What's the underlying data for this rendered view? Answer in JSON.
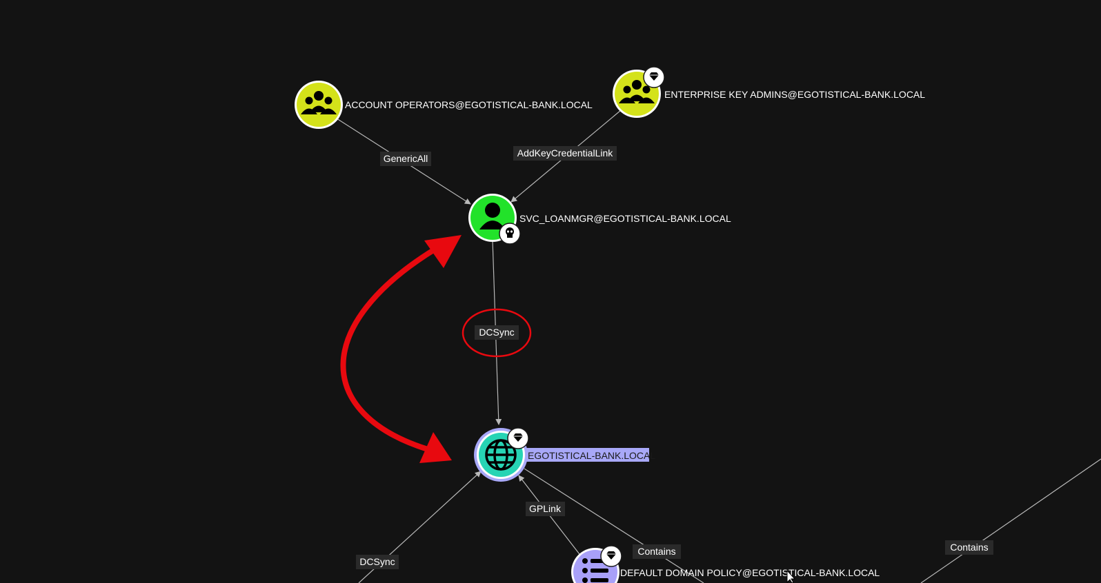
{
  "graph": {
    "nodes": {
      "account_operators": {
        "label": "ACCOUNT OPERATORS@EGOTISTICAL-BANK.LOCAL",
        "kind": "group",
        "icon": "users-icon",
        "color": "#d4e21a"
      },
      "enterprise_key_admins": {
        "label": "ENTERPRISE KEY ADMINS@EGOTISTICAL-BANK.LOCAL",
        "kind": "group",
        "icon": "users-icon",
        "color": "#d4e21a",
        "badge": "gem-icon"
      },
      "svc_loanmgr": {
        "label": "SVC_LOANMGR@EGOTISTICAL-BANK.LOCAL",
        "kind": "user",
        "icon": "user-icon",
        "color": "#22e22a",
        "badge": "skull-icon"
      },
      "domain": {
        "label": "EGOTISTICAL-BANK.LOCAL",
        "kind": "domain",
        "icon": "globe-icon",
        "color": "#27d4b4",
        "badge": "gem-icon",
        "selected": true,
        "highlight": "#a8a8f8"
      },
      "default_domain_policy": {
        "label": "DEFAULT DOMAIN POLICY@EGOTISTICAL-BANK.LOCAL",
        "kind": "gpo",
        "icon": "list-icon",
        "color": "#a8a0f8",
        "badge": "gem-icon"
      }
    },
    "edges": {
      "generic_all": "GenericAll",
      "add_key_credential_link": "AddKeyCredentialLink",
      "dcsync_main": "DCSync",
      "dcsync_secondary": "DCSync",
      "gplink": "GPLink",
      "contains_1": "Contains",
      "contains_2": "Contains"
    },
    "annotation_color": "#e8090f",
    "edge_color": "#b9b9b9",
    "background": "#131313"
  }
}
